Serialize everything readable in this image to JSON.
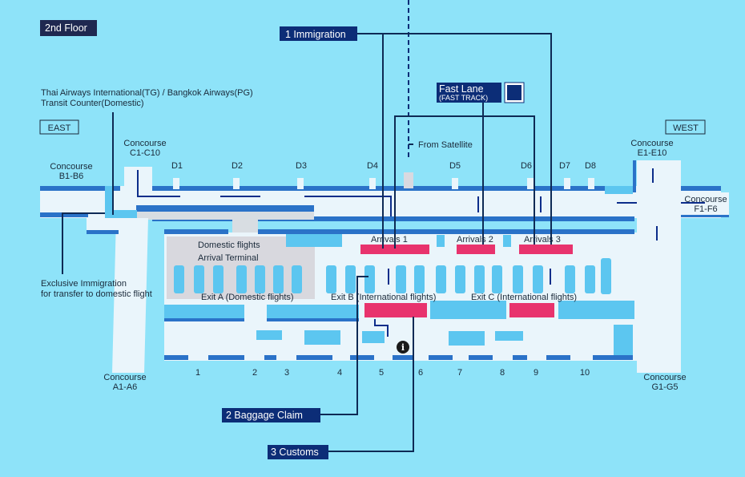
{
  "floor_label": "2nd Floor",
  "callouts": {
    "immigration": "1 Immigration",
    "baggage_claim": "2  Baggage Claim",
    "customs": "3 Customs",
    "fast_lane": "Fast Lane",
    "fast_track": "(FAST TRACK)"
  },
  "directions": {
    "east": "EAST",
    "west": "WEST"
  },
  "notes": {
    "transit_counter_1": "Thai Airways International(TG) / Bangkok Airways(PG)",
    "transit_counter_2": "Transit Counter(Domestic)",
    "exclusive_1": "Exclusive Immigration",
    "exclusive_2": "for transfer to domestic flight",
    "from_satellite": "From Satellite"
  },
  "concourses": {
    "b1": "Concourse",
    "b2": "B1-B6",
    "c1": "Concourse",
    "c2": "C1-C10",
    "e1": "Concourse",
    "e2": "E1-E10",
    "f1": "Concourse",
    "f2": "F1-F6",
    "a1": "Concourse",
    "a2": "A1-A6",
    "g1": "Concourse",
    "g2": "G1-G5"
  },
  "gates": [
    "D1",
    "D2",
    "D3",
    "D4",
    "D5",
    "D6",
    "D7",
    "D8"
  ],
  "areas": {
    "domestic_1": "Domestic flights",
    "domestic_2": "Arrival Terminal",
    "arrivals_1": "Arrivals 1",
    "arrivals_2": "Arrivals 2",
    "arrivals_3": "Arrivals 3",
    "exit_a": "Exit A (Domestic flights)",
    "exit_b": "Exit B (International flights)",
    "exit_c": "Exit C (International flights)"
  },
  "doors": [
    "1",
    "2",
    "3",
    "4",
    "5",
    "6",
    "7",
    "8",
    "9",
    "10"
  ],
  "icons": {
    "info": "info-icon"
  }
}
